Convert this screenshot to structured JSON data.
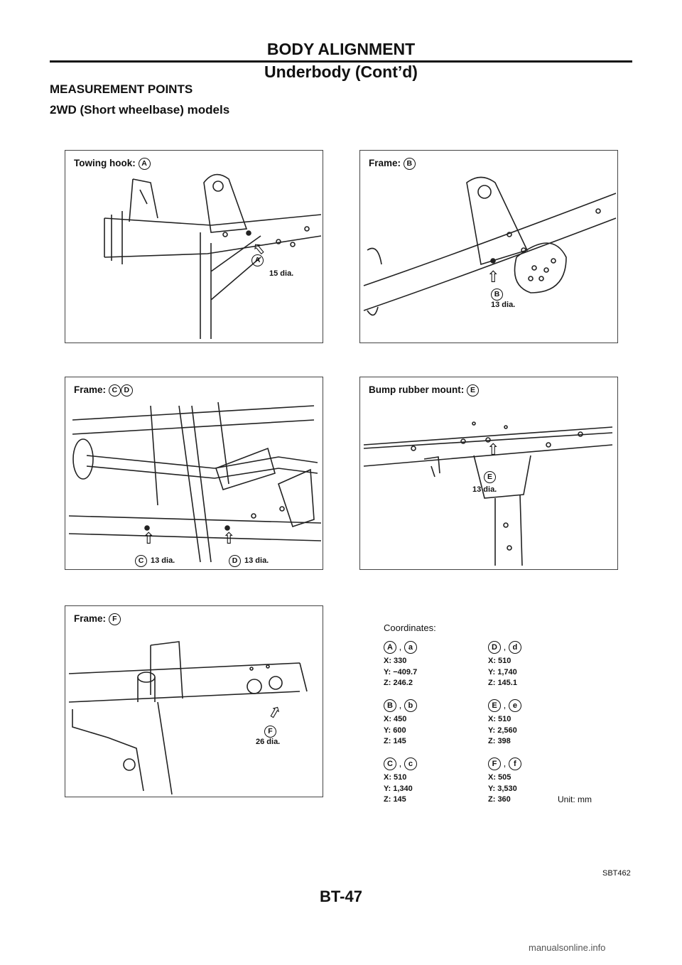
{
  "header": {
    "title": "BODY ALIGNMENT",
    "subtitle": "Underbody (Cont’d)"
  },
  "section": {
    "title": "MEASUREMENT POINTS",
    "subtitle": "2WD (Short wheelbase) models"
  },
  "panels": [
    {
      "title": "Towing hook:",
      "markers": [
        "A"
      ],
      "labels": [
        "15 dia."
      ]
    },
    {
      "title": "Frame:",
      "markers": [
        "B"
      ],
      "labels": [
        "13 dia."
      ]
    },
    {
      "title": "Frame:",
      "markers": [
        "C",
        "D"
      ],
      "labels": [
        "13 dia.",
        "13 dia."
      ]
    },
    {
      "title": "Bump rubber mount:",
      "markers": [
        "E"
      ],
      "labels": [
        "13 dia."
      ]
    },
    {
      "title": "Frame:",
      "markers": [
        "F"
      ],
      "labels": [
        "26 dia."
      ]
    }
  ],
  "coordinates": {
    "title": "Coordinates:",
    "sep": ",",
    "blocks": [
      {
        "upper": "A",
        "lower": "a",
        "x": "X: 330",
        "y": "Y: −409.7",
        "z": "Z: 246.2"
      },
      {
        "upper": "D",
        "lower": "d",
        "x": "X: 510",
        "y": "Y: 1,740",
        "z": "Z: 145.1"
      },
      {
        "upper": "B",
        "lower": "b",
        "x": "X: 450",
        "y": "Y: 600",
        "z": "Z: 145"
      },
      {
        "upper": "E",
        "lower": "e",
        "x": "X: 510",
        "y": "Y: 2,560",
        "z": "Z: 398"
      },
      {
        "upper": "C",
        "lower": "c",
        "x": "X: 510",
        "y": "Y: 1,340",
        "z": "Z: 145"
      },
      {
        "upper": "F",
        "lower": "f",
        "x": "X: 505",
        "y": "Y: 3,530",
        "z": "Z: 360"
      }
    ],
    "unit": "Unit: mm"
  },
  "figure_code": "SBT462",
  "page_number": "BT-47",
  "footer": "manualsonline.info"
}
